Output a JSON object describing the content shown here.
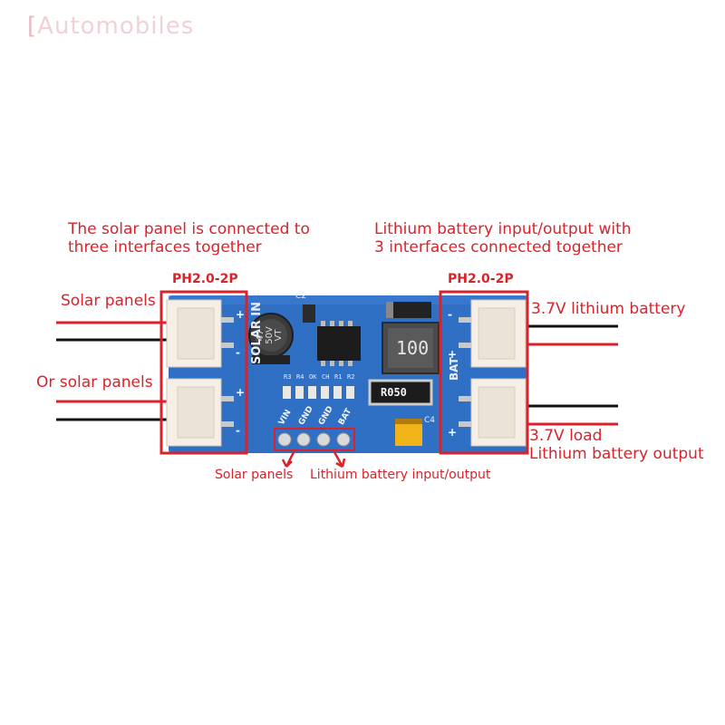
{
  "watermark": "Automobiles",
  "notes": {
    "left_line1": "The solar panel is connected to",
    "left_line2": "three interfaces together",
    "right_line1": "Lithium battery input/output with",
    "right_line2": "3 interfaces connected together"
  },
  "connectors": {
    "left_type": "PH2.0-2P",
    "right_type": "PH2.0-2P"
  },
  "labels": {
    "solar_panels": "Solar panels",
    "or_solar_panels": "Or solar panels",
    "battery": "3.7V lithium battery",
    "load_line1": "3.7V load",
    "load_line2": "Lithium battery output",
    "pin_solar": "Solar panels",
    "pin_battery": "Lithium battery input/output"
  },
  "board": {
    "silk_solar_in": "SOLAR IN",
    "silk_bat": "BAT",
    "capacitor": [
      "47",
      "50V",
      "VT"
    ],
    "inductor": "100",
    "resistor": "R050",
    "pins": [
      "VIN",
      "GND",
      "GND",
      "BAT"
    ],
    "smd_labels": [
      "R3",
      "R4",
      "OK",
      "CH",
      "R1",
      "R2"
    ],
    "c2": "C2",
    "c4": "C4",
    "plus": "+",
    "minus": "-"
  },
  "colors": {
    "annotation": "#d8232a",
    "pcb": "#2f6fc4",
    "wire_red": "#e0202a",
    "wire_black": "#111111"
  }
}
